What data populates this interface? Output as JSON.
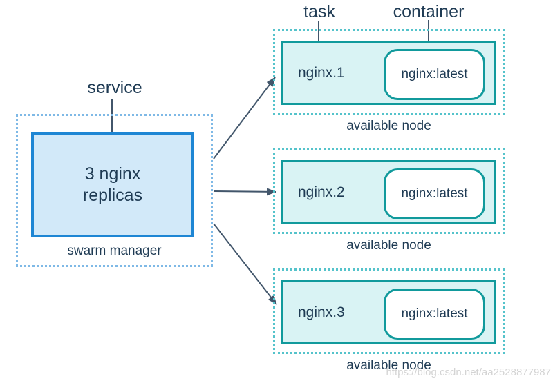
{
  "diagram": {
    "service_label": "service",
    "task_label": "task",
    "container_label": "container",
    "manager": {
      "replicas_line1": "3 nginx",
      "replicas_line2": "replicas",
      "caption": "swarm manager"
    },
    "nodes": [
      {
        "task": "nginx.1",
        "container": "nginx:latest",
        "caption": "available node"
      },
      {
        "task": "nginx.2",
        "container": "nginx:latest",
        "caption": "available node"
      },
      {
        "task": "nginx.3",
        "container": "nginx:latest",
        "caption": "available node"
      }
    ],
    "watermark": "https://blog.csdn.net/aa2528877987",
    "colors": {
      "teal_border": "#119a9c",
      "teal_fill": "#d9f3f4",
      "teal_dotted": "#55c3cb",
      "blue_border": "#1e86d4",
      "blue_fill": "#d2e9f9",
      "blue_dotted": "#7fb9e6",
      "text": "#1f3b54",
      "arrow": "#42566b",
      "watermark": "#d4d4d4"
    }
  }
}
